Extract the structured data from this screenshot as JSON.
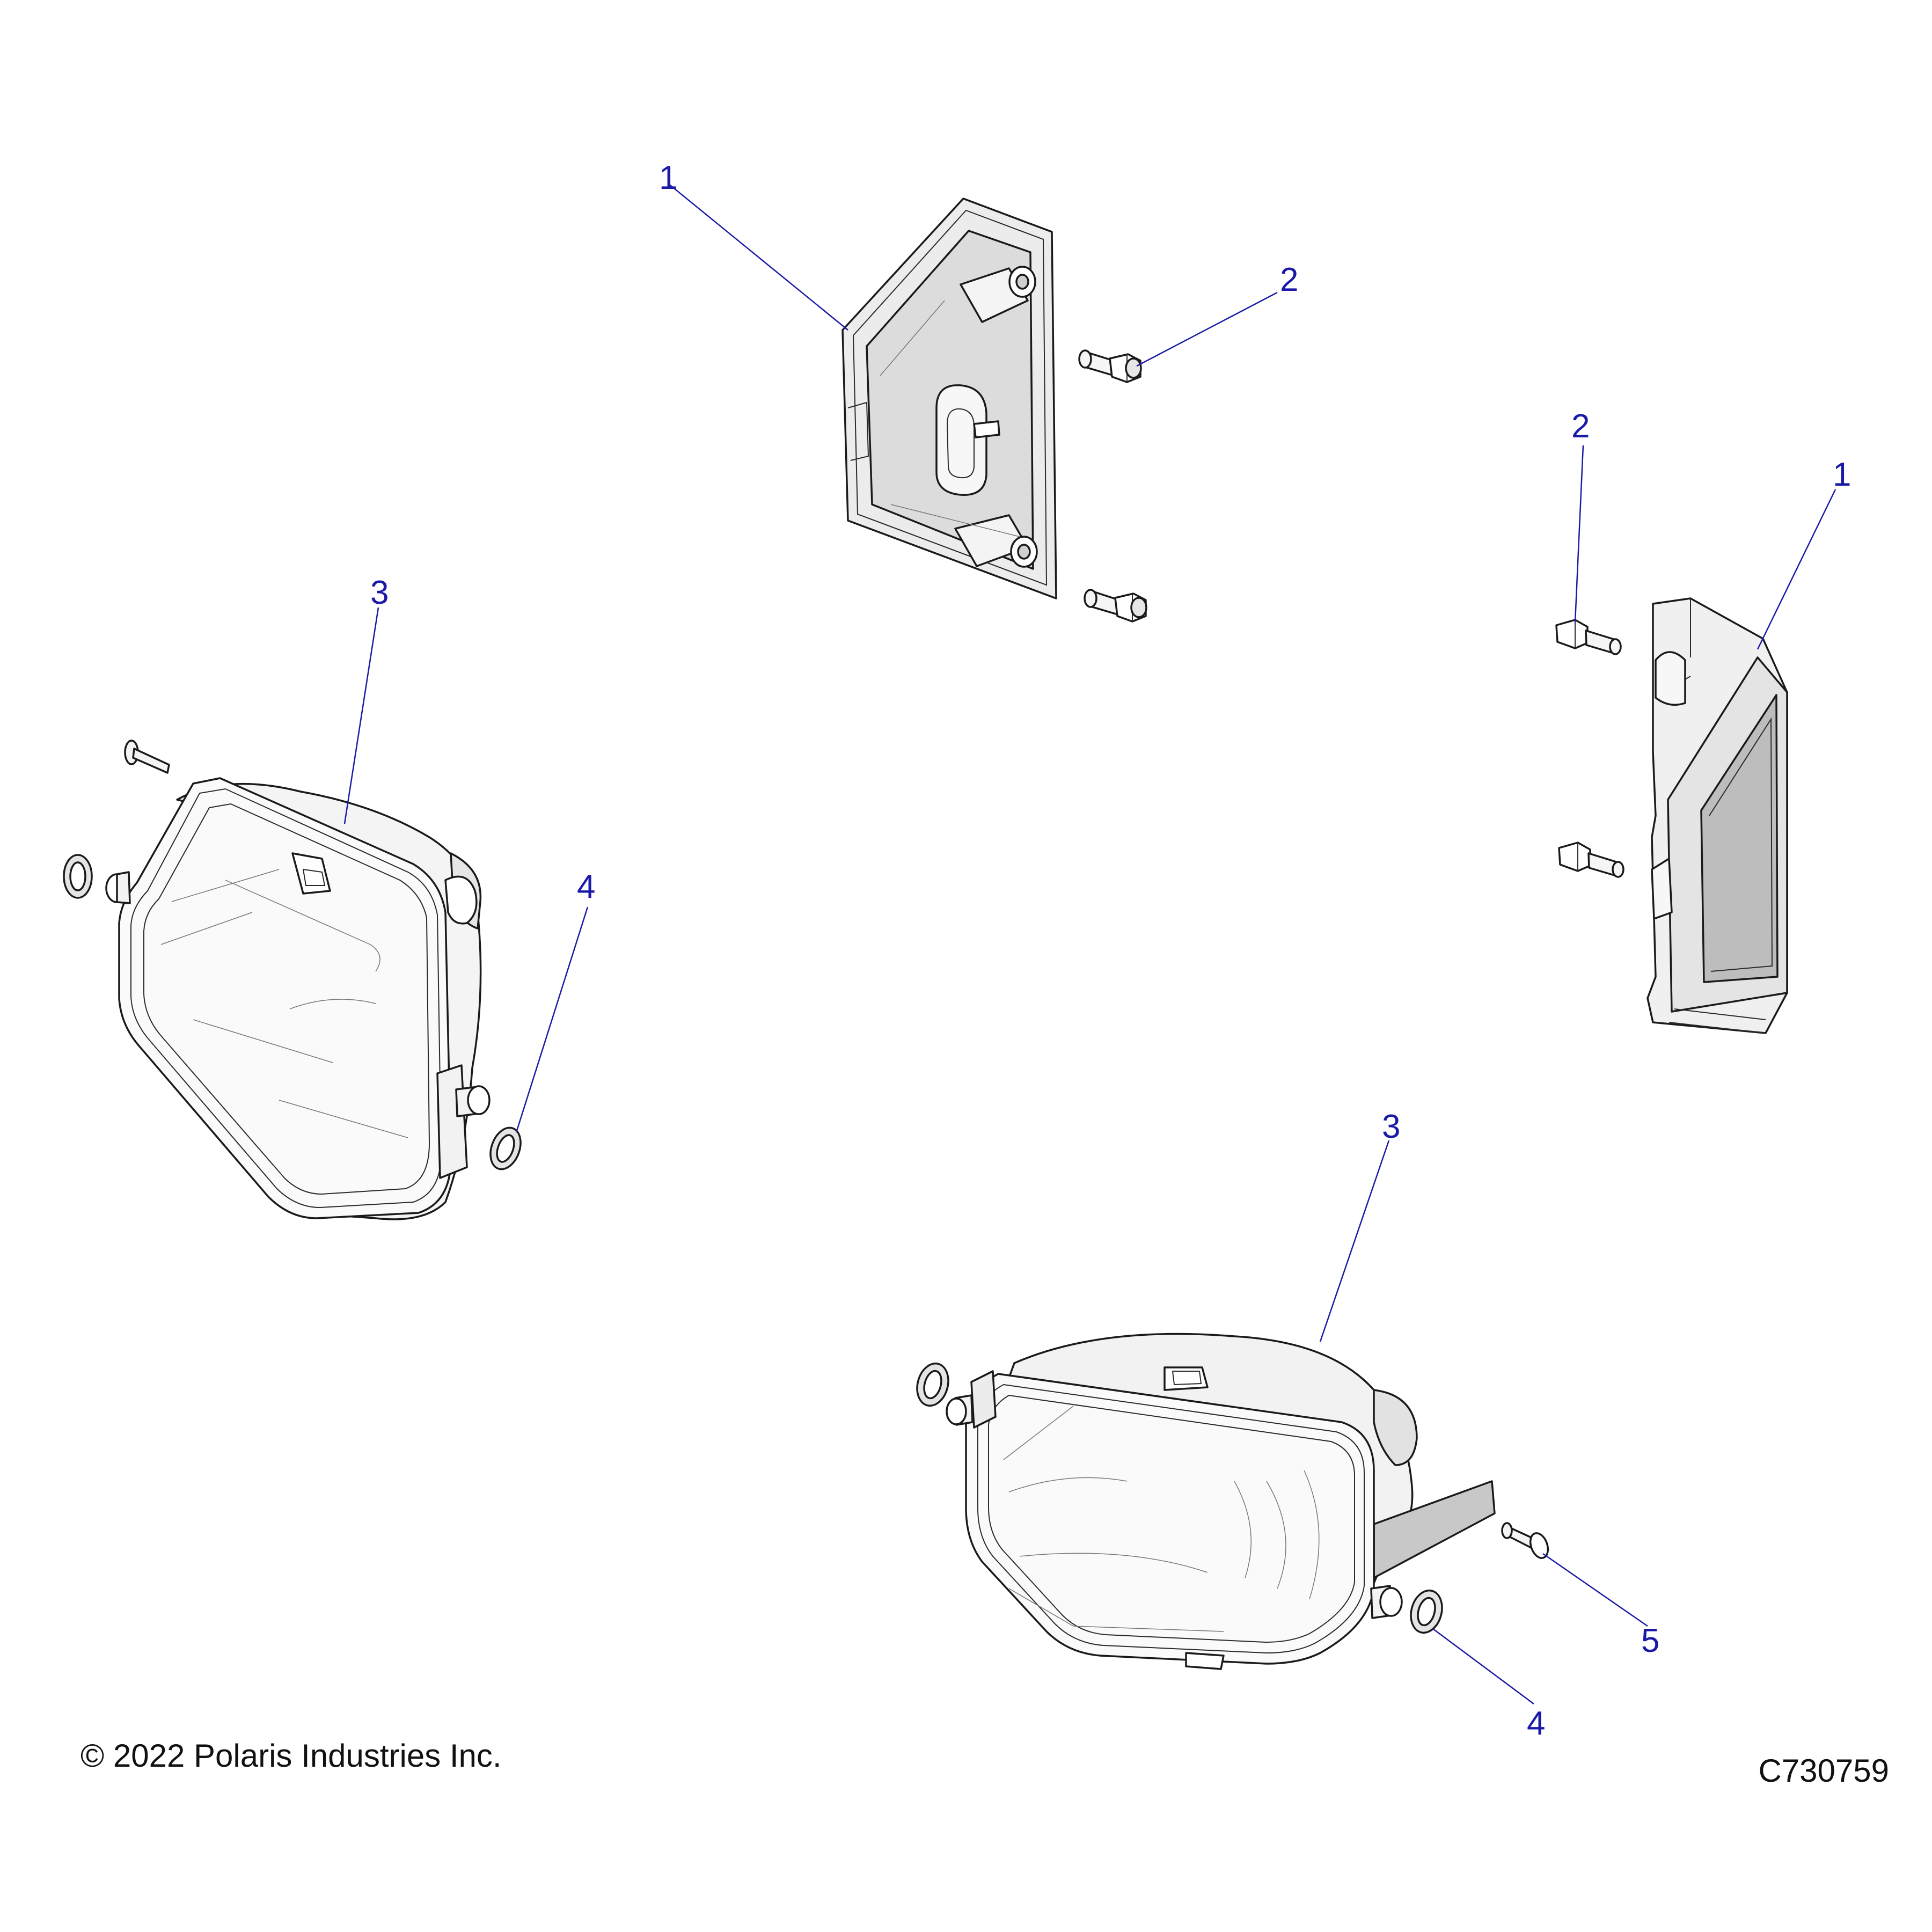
{
  "callouts": {
    "taillight_left": "1",
    "taillight_right": "1",
    "bolt_top": "2",
    "bolt_right": "2",
    "headlight_left": "3",
    "headlight_right": "3",
    "grommet_left": "4",
    "grommet_right": "4",
    "screw": "5"
  },
  "footer": {
    "copyright": "© 2022 Polaris Industries Inc.",
    "figure_id": "C730759"
  },
  "colors": {
    "callout": "#1a1aa6",
    "line": "#1a1a1a",
    "lens_fill": "#f2f2f2",
    "housing_fill": "#d9d9d9",
    "dark_lens": "#bdbdbd"
  }
}
